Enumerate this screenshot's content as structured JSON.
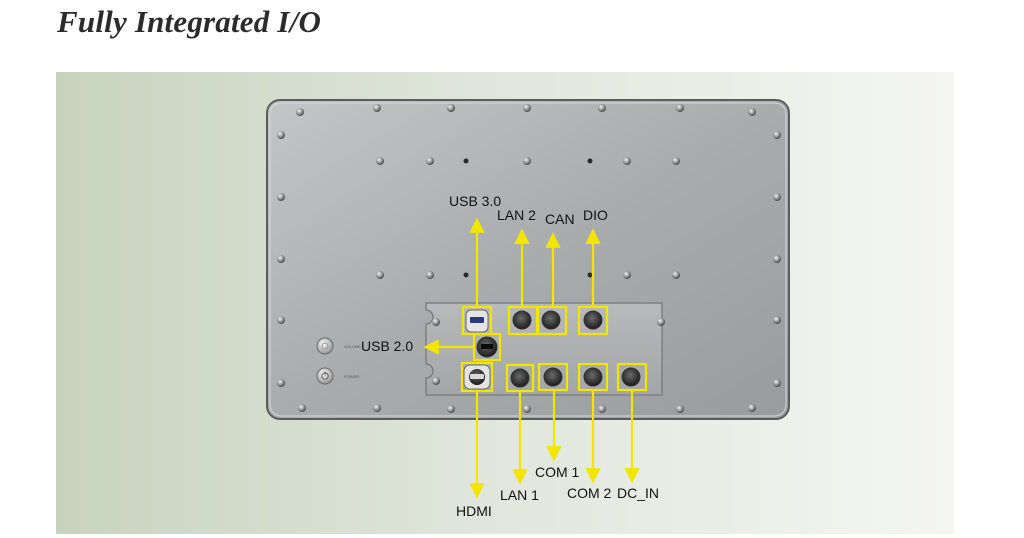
{
  "page": {
    "title": "Fully Integrated I/O"
  },
  "panel": {
    "button_labels": {
      "volume": "VOLUME",
      "power": "POWER"
    }
  },
  "callouts": {
    "usb30": "USB 3.0",
    "lan2": "LAN 2",
    "can": "CAN",
    "dio": "DIO",
    "usb20": "USB 2.0",
    "hdmi": "HDMI",
    "lan1": "LAN 1",
    "com1": "COM 1",
    "com2": "COM 2",
    "dcin": "DC_IN"
  },
  "colors": {
    "callout": "#f2e600",
    "background_left": "#c8d3be",
    "background_right": "#f5f6f2",
    "panel_metal": "#a9acad"
  }
}
